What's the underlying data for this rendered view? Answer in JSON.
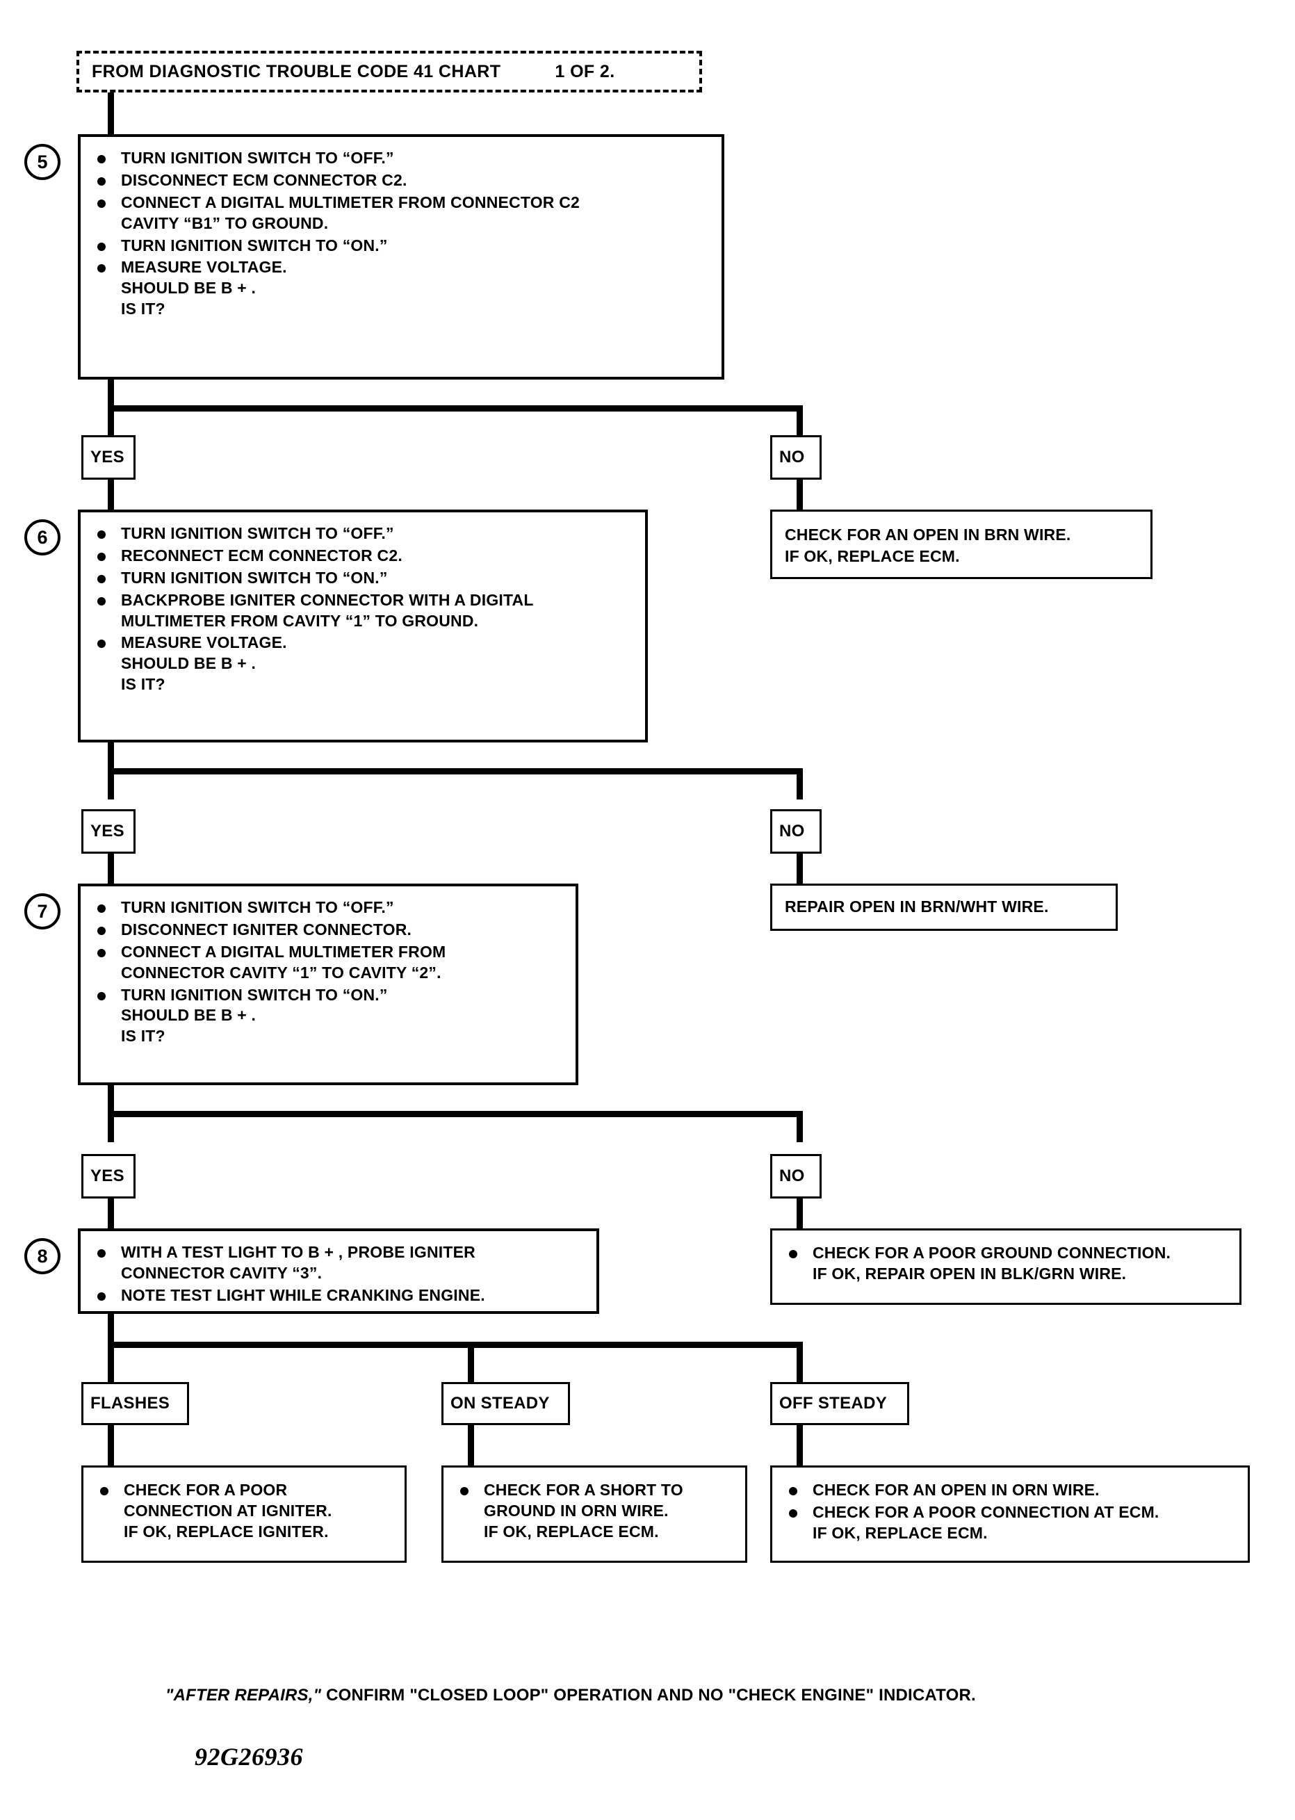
{
  "document": {
    "entry": {
      "text_left": "FROM DIAGNOSTIC TROUBLE CODE 41 CHART",
      "text_right": "1 OF 2."
    },
    "footer": {
      "note_part1": "\"AFTER REPAIRS,\"",
      "note_part2": " CONFIRM \"CLOSED LOOP\" OPERATION AND NO \"CHECK ENGINE\" INDICATOR.",
      "part_number": "92G26936"
    }
  },
  "steps": [
    {
      "number": "5",
      "lines": [
        {
          "bullet": true,
          "text": "TURN IGNITION SWITCH TO “OFF.”"
        },
        {
          "bullet": true,
          "text": "DISCONNECT ECM CONNECTOR C2."
        },
        {
          "bullet": true,
          "text": "CONNECT A DIGITAL MULTIMETER FROM CONNECTOR C2\nCAVITY “B1” TO GROUND."
        },
        {
          "bullet": true,
          "text": "TURN IGNITION SWITCH TO “ON.”"
        },
        {
          "bullet": true,
          "text": "MEASURE VOLTAGE.\nSHOULD BE B + .\nIS IT?"
        }
      ]
    },
    {
      "number": "6",
      "lines": [
        {
          "bullet": true,
          "text": "TURN IGNITION SWITCH TO “OFF.”"
        },
        {
          "bullet": true,
          "text": "RECONNECT ECM CONNECTOR C2."
        },
        {
          "bullet": true,
          "text": "TURN IGNITION SWITCH TO “ON.”"
        },
        {
          "bullet": true,
          "text": "BACKPROBE IGNITER CONNECTOR WITH A DIGITAL\nMULTIMETER FROM CAVITY “1” TO GROUND."
        },
        {
          "bullet": true,
          "text": "MEASURE VOLTAGE.\nSHOULD BE B + .\nIS IT?"
        }
      ]
    },
    {
      "number": "7",
      "lines": [
        {
          "bullet": true,
          "text": "TURN IGNITION SWITCH TO “OFF.”"
        },
        {
          "bullet": true,
          "text": "DISCONNECT IGNITER CONNECTOR."
        },
        {
          "bullet": true,
          "text": "CONNECT A DIGITAL MULTIMETER FROM\nCONNECTOR CAVITY “1” TO CAVITY “2”."
        },
        {
          "bullet": true,
          "text": "TURN IGNITION SWITCH TO “ON.”\nSHOULD BE B + .\nIS IT?"
        }
      ]
    },
    {
      "number": "8",
      "lines": [
        {
          "bullet": true,
          "text": "WITH A TEST LIGHT TO B + , PROBE IGNITER\nCONNECTOR CAVITY “3”."
        },
        {
          "bullet": true,
          "text": "NOTE TEST LIGHT WHILE CRANKING ENGINE."
        }
      ]
    }
  ],
  "branch_labels": {
    "yes_1": "YES",
    "no_1": "NO",
    "yes_2": "YES",
    "no_2": "NO",
    "yes_3": "YES",
    "no_3": "NO",
    "flashes": "FLASHES",
    "on_steady": "ON STEADY",
    "off_steady": "OFF STEADY"
  },
  "results": {
    "no_1": {
      "lines": [
        {
          "bullet": false,
          "text": "CHECK FOR AN OPEN IN BRN WIRE.\nIF OK, REPLACE ECM."
        }
      ]
    },
    "no_2": {
      "lines": [
        {
          "bullet": false,
          "text": "REPAIR OPEN IN BRN/WHT WIRE."
        }
      ]
    },
    "no_3": {
      "lines": [
        {
          "bullet": true,
          "text": "CHECK FOR A POOR GROUND CONNECTION.\nIF OK, REPAIR OPEN IN BLK/GRN WIRE."
        }
      ]
    },
    "flashes": {
      "lines": [
        {
          "bullet": true,
          "text": "CHECK FOR A POOR\nCONNECTION AT IGNITER.\nIF OK, REPLACE IGNITER."
        }
      ]
    },
    "on_steady": {
      "lines": [
        {
          "bullet": true,
          "text": "CHECK FOR A SHORT TO\nGROUND IN ORN WIRE.\nIF OK, REPLACE ECM."
        }
      ]
    },
    "off_steady": {
      "lines": [
        {
          "bullet": true,
          "text": "CHECK FOR AN OPEN IN ORN WIRE."
        },
        {
          "bullet": true,
          "text": "CHECK FOR A POOR CONNECTION AT ECM.\nIF OK, REPLACE ECM."
        }
      ]
    }
  }
}
